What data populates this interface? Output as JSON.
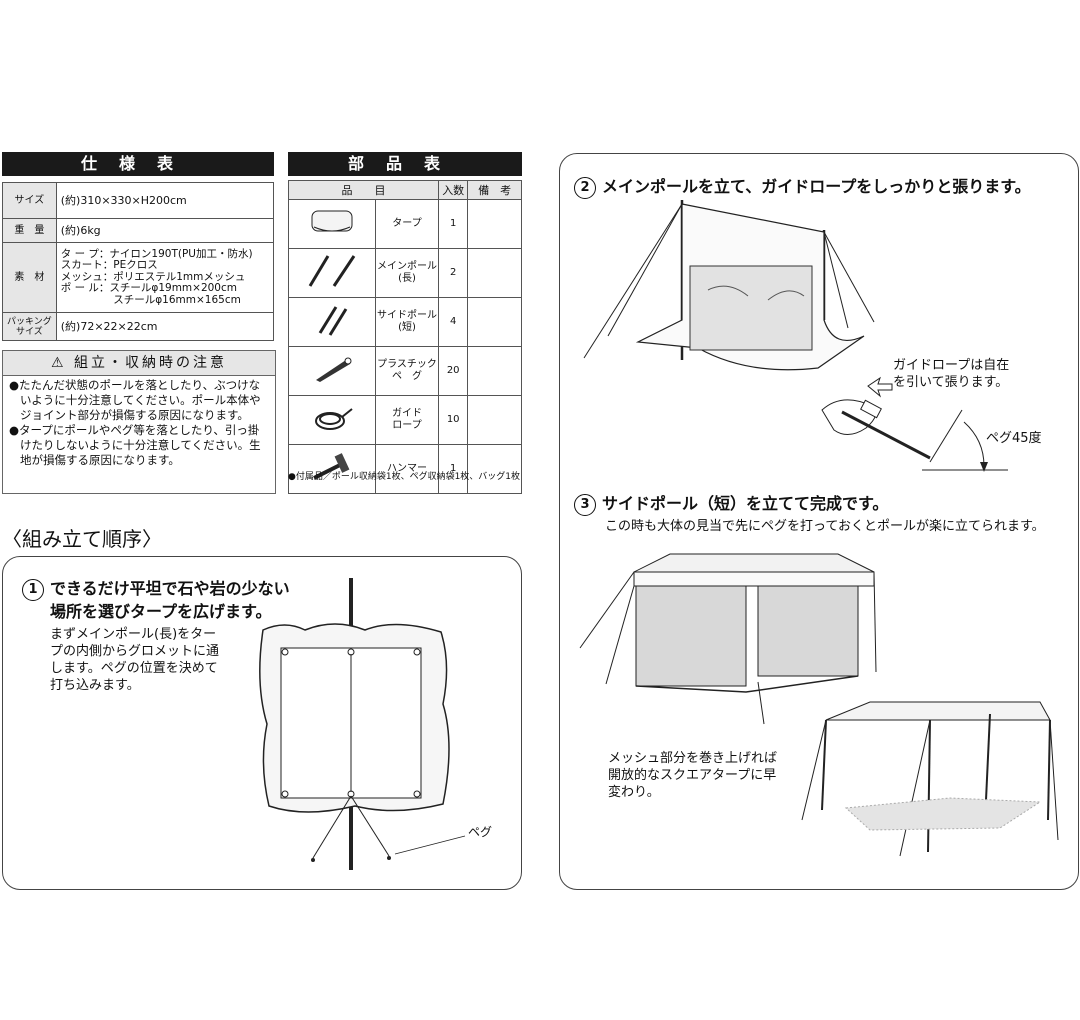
{
  "spec": {
    "header": "仕様表",
    "rows": [
      {
        "label": "サイズ",
        "value": "(約)310×330×H200cm"
      },
      {
        "label": "重　量",
        "value": "(約)6kg"
      },
      {
        "label": "素　材",
        "value": "タ ー プ：ナイロン190T(PU加工・防水)\nスカート：PEクロス\nメッシュ：ポリエステル1mmメッシュ\nポ ー ル：スチールφ19mm×200cm\n　　　　　スチールφ16mm×165cm"
      },
      {
        "label": "パッキング\nサイズ",
        "value": "(約)72×22×22cm"
      }
    ]
  },
  "parts": {
    "header": "部品表",
    "columns": [
      "品　　目",
      "入数",
      "備　考"
    ],
    "rows": [
      {
        "name": "タープ",
        "qty": "1",
        "icon": "tarp-icon"
      },
      {
        "name": "メインポール\n(長)",
        "qty": "2",
        "icon": "main-pole-icon"
      },
      {
        "name": "サイドポール\n(短)",
        "qty": "4",
        "icon": "side-pole-icon"
      },
      {
        "name": "プラスチック\nペ　グ",
        "qty": "20",
        "icon": "peg-icon"
      },
      {
        "name": "ガイド\nロープ",
        "qty": "10",
        "icon": "rope-icon"
      },
      {
        "name": "ハンマー",
        "qty": "1",
        "icon": "hammer-icon"
      }
    ],
    "note": "●付属品／ポール収納袋1枚、ペグ収納袋1枚、バッグ1枚"
  },
  "caution": {
    "title": "組立・収納時の注意",
    "items": [
      "●たたんだ状態のポールを落としたり、ぶつけないように十分注意してください。ポール本体やジョイント部分が損傷する原因になります。",
      "●タープにポールやペグ等を落としたり、引っ掛けたりしないように十分注意してください。生地が損傷する原因になります。"
    ]
  },
  "section_title": "〈組み立て順序〉",
  "steps": {
    "s1": {
      "num": "1",
      "title_line1": "できるだけ平坦で石や岩の少ない",
      "title_line2": "場所を選びタープを広げます。",
      "body": "まずメインポール(長)をタープの内側からグロメットに通します。ペグの位置を決めて打ち込みます。",
      "peg_label": "ペグ"
    },
    "s2": {
      "num": "2",
      "title": "メインポールを立て、ガイドロープをしっかりと張ります。",
      "rope_note_1": "ガイドロープは自在",
      "rope_note_2": "を引いて張ります。",
      "angle_label": "ペグ45度"
    },
    "s3": {
      "num": "3",
      "title": "サイドポール（短）を立てて完成です。",
      "body": "この時も大体の見当で先にペグを打っておくとポールが楽に立てられます。",
      "mesh_note": "メッシュ部分を巻き上げれば開放的なスクエアタープに早変わり。"
    }
  }
}
